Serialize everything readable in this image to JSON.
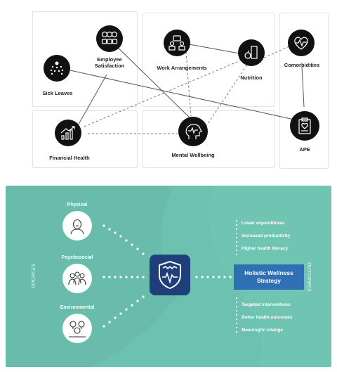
{
  "top_diagram": {
    "nodes": [
      {
        "id": "employee-satisfaction",
        "label_line1": "Employee",
        "label_line2": "Satisfaction",
        "icon": "faces-icon"
      },
      {
        "id": "work-arrangements",
        "label_line1": "Work Arrangements",
        "label_line2": "",
        "icon": "team-icon"
      },
      {
        "id": "nutrition",
        "label_line1": "Nutrition",
        "label_line2": "",
        "icon": "food-icon"
      },
      {
        "id": "comorbidities",
        "label_line1": "Comorbidities",
        "label_line2": "",
        "icon": "heart-pulse-icon"
      },
      {
        "id": "sick-leaves",
        "label_line1": "Sick Leaves",
        "label_line2": "",
        "icon": "sick-person-icon"
      },
      {
        "id": "financial-health",
        "label_line1": "Financial Health",
        "label_line2": "",
        "icon": "growth-chart-icon"
      },
      {
        "id": "mental-wellbeing",
        "label_line1": "Mental Wellbeing",
        "label_line2": "",
        "icon": "head-pulse-icon"
      },
      {
        "id": "ape",
        "label_line1": "APE",
        "label_line2": "",
        "icon": "clipboard-icon"
      }
    ]
  },
  "bottom_diagram": {
    "sources_label": "SOURCES",
    "outcomes_label": "OUTCOMES",
    "sources": [
      {
        "label": "Physical",
        "icon": "person-head-icon"
      },
      {
        "label": "Psychosocial",
        "icon": "group-icon"
      },
      {
        "label": "Environmental",
        "icon": "environment-icon"
      }
    ],
    "center_icon": "shield-icon",
    "strategy_line1": "Holistic Wellness",
    "strategy_line2": "Strategy",
    "outcomes_top": [
      "Lower expenditures",
      "Increased productivity",
      "Higher health literacy"
    ],
    "outcomes_bottom": [
      "Targeted interventions",
      "Better health outcomes",
      "Meaningful change"
    ],
    "colors": {
      "panel": "#6dc1b0",
      "strategy_box": "#2f6fb3",
      "shield_bg": "#1e3f7a"
    }
  }
}
